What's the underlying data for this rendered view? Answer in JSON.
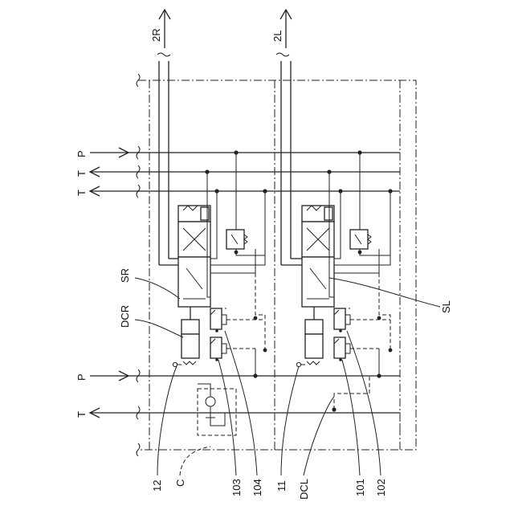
{
  "figure": {
    "ports": {
      "top_left": "2R",
      "top_right": "2L",
      "left_p1": "P",
      "left_t1": "T",
      "left_t2": "T",
      "left_p2": "P",
      "left_t3": "T"
    },
    "labels": {
      "sr": "SR",
      "dcr": "DCR",
      "sl": "SL",
      "ref_12": "12",
      "ref_c": "C",
      "ref_103": "103",
      "ref_104": "104",
      "ref_11": "11",
      "ref_dcl": "DCL",
      "ref_101": "101",
      "ref_102": "102"
    }
  }
}
